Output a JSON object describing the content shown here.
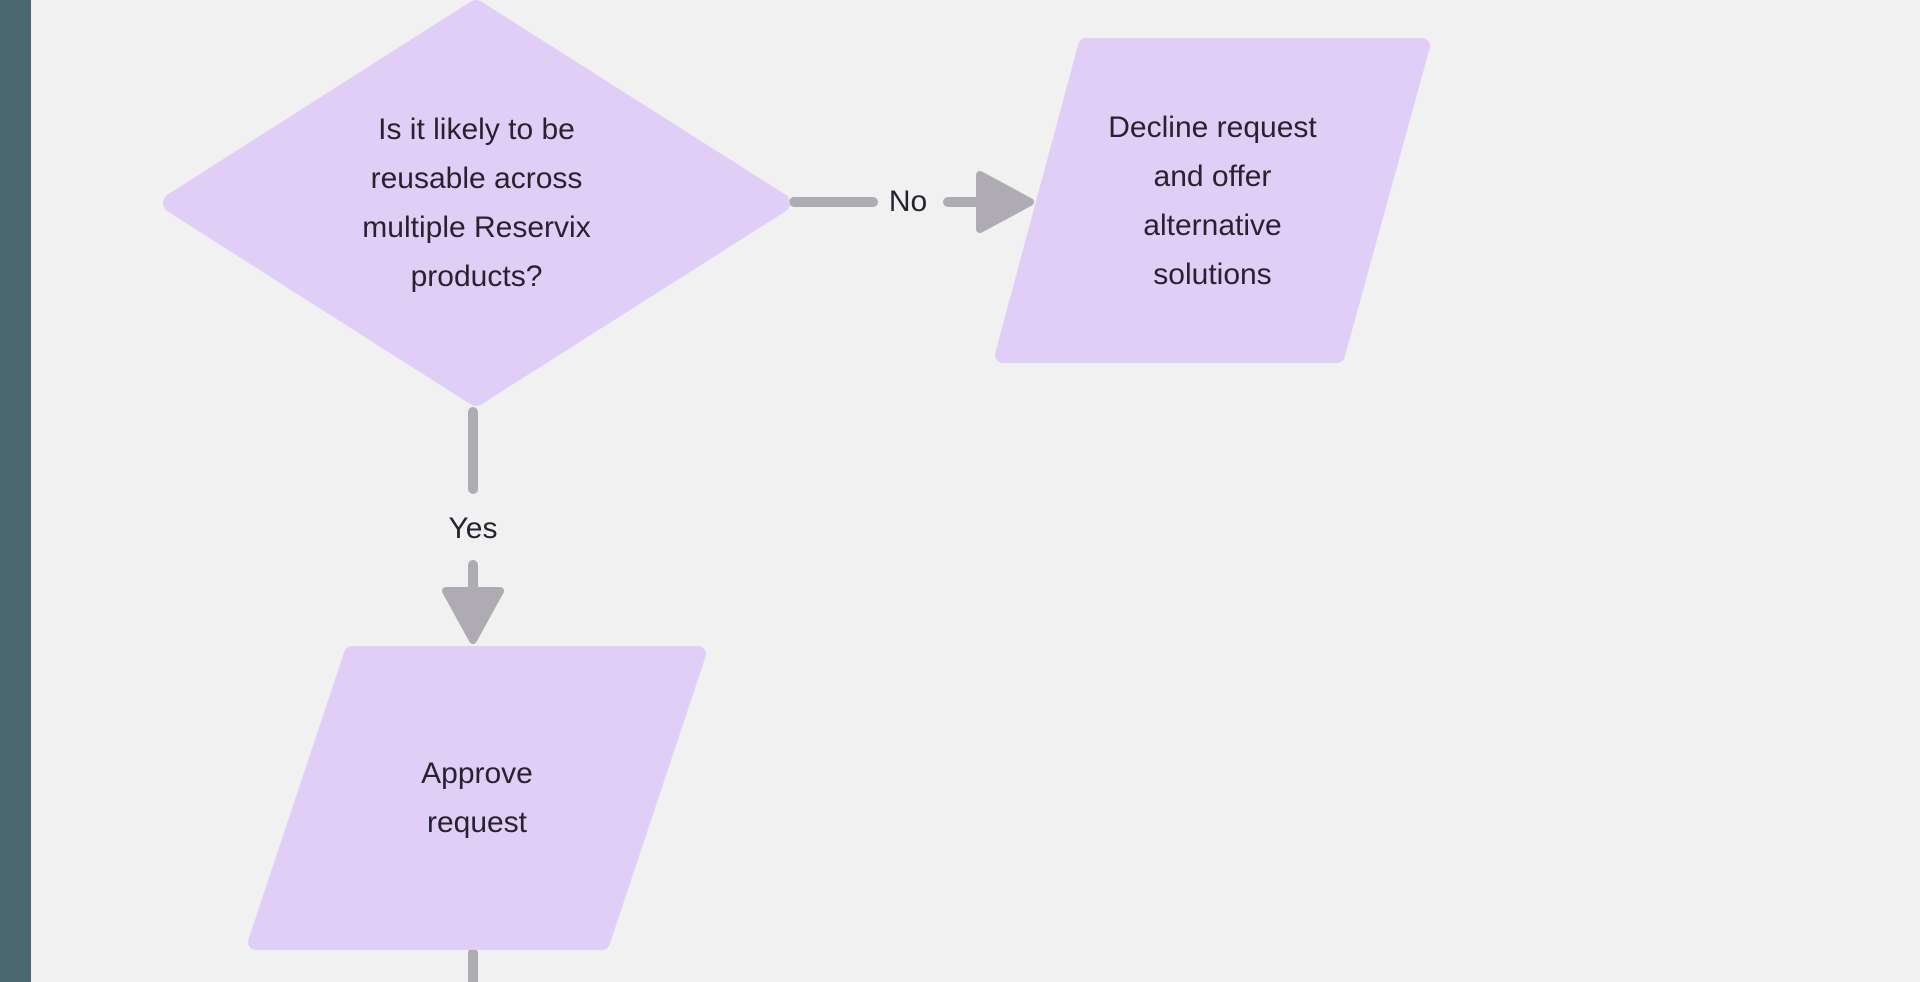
{
  "app": {
    "background_color": "#f2f1f2",
    "sidebar_strip_color": "#4b6770"
  },
  "flowchart": {
    "node_fill_color": "#e1cef6",
    "connector_color": "#aeacb2",
    "text_color": "#27222e",
    "nodes": [
      {
        "id": "decision",
        "type": "diamond",
        "label": "Is it likely to be\nreusable across\nmultiple Reservix\nproducts?"
      },
      {
        "id": "decline",
        "type": "parallelogram",
        "label": "Decline request\nand offer\nalternative\nsolutions"
      },
      {
        "id": "approve",
        "type": "parallelogram",
        "label": "Approve\nrequest"
      }
    ],
    "edges": [
      {
        "id": "no",
        "label": "No",
        "from": "decision",
        "to": "decline"
      },
      {
        "id": "yes",
        "label": "Yes",
        "from": "decision",
        "to": "approve"
      },
      {
        "id": "approve-exit",
        "label": "",
        "from": "approve",
        "to": "offscreen-bottom"
      }
    ]
  }
}
